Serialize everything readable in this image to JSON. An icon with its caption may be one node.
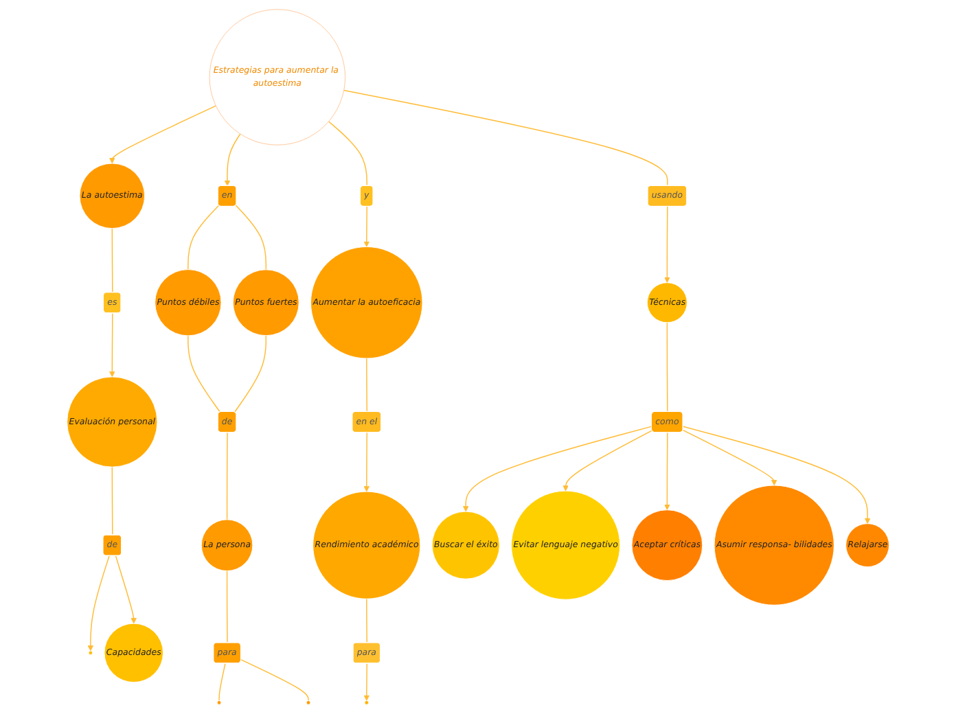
{
  "diagram": {
    "nodes": [
      {
        "text": [
          "Estrategias para aumentar la autoestima"
        ]
      },
      {
        "text": [
          "La autoestima"
        ]
      },
      {
        "text": [
          "es"
        ]
      },
      {
        "text": [
          "Evaluación personal"
        ]
      },
      {
        "text": [
          "de"
        ]
      },
      {
        "text": [],
        "shape": "circle"
      },
      {
        "text": [
          "Capacidades"
        ]
      },
      {
        "text": [
          "en"
        ]
      },
      {
        "text": [
          "Puntos débiles"
        ]
      },
      {
        "text": [
          "Puntos fuertes"
        ]
      },
      {
        "text": [
          "de"
        ]
      },
      {
        "text": [
          "La persona"
        ]
      },
      {
        "text": [
          "para"
        ]
      },
      {
        "text": [],
        "shape": "circle"
      },
      {
        "text": [],
        "shape": "circle"
      },
      {
        "text": [
          "y"
        ]
      },
      {
        "text": [
          "Aumentar la autoeficacia"
        ]
      },
      {
        "text": [
          "en el"
        ]
      },
      {
        "text": [
          "Rendimiento académico"
        ]
      },
      {
        "text": [
          "para"
        ]
      },
      {
        "text": [],
        "shape": "circle"
      },
      {
        "text": [
          "usando"
        ]
      },
      {
        "text": [
          "Técnicas"
        ]
      },
      {
        "text": [
          "como"
        ]
      },
      {
        "text": [
          "Buscar el éxito"
        ]
      },
      {
        "text": [
          "Evitar lenguaje negativo"
        ]
      },
      {
        "text": [
          "Aceptar críticas"
        ]
      },
      {
        "text": [
          "Asumir responsa- bilidades"
        ]
      },
      {
        "text": [
          "Relajarse"
        ]
      }
    ],
    "edges": [
      {
        "from": 0,
        "to": 1,
        "arrow": "to"
      },
      {
        "from": 1,
        "to": 2,
        "arrow": "none"
      },
      {
        "from": 2,
        "to": 3,
        "arrow": "to"
      },
      {
        "from": 3,
        "to": 4,
        "arrow": "none"
      },
      {
        "from": 4,
        "to": 5,
        "arrow": "to"
      },
      {
        "from": 4,
        "to": 6,
        "arrow": "to"
      },
      {
        "from": 0,
        "to": 7,
        "arrow": "to"
      },
      {
        "from": 7,
        "to": 8,
        "arrow": "none"
      },
      {
        "from": 7,
        "to": 9,
        "arrow": "none"
      },
      {
        "from": 8,
        "to": 10,
        "arrow": "none"
      },
      {
        "from": 9,
        "to": 10,
        "arrow": "none"
      },
      {
        "from": 10,
        "to": 11,
        "arrow": "none"
      },
      {
        "from": 11,
        "to": 12,
        "arrow": "none"
      },
      {
        "from": 12,
        "to": 13,
        "arrow": "none"
      },
      {
        "from": 12,
        "to": 14,
        "arrow": "none"
      },
      {
        "from": 0,
        "to": 15,
        "arrow": "none"
      },
      {
        "from": 15,
        "to": 16,
        "arrow": "to"
      },
      {
        "from": 16,
        "to": 17,
        "arrow": "none"
      },
      {
        "from": 17,
        "to": 18,
        "arrow": "to"
      },
      {
        "from": 18,
        "to": 19,
        "arrow": "none"
      },
      {
        "from": 19,
        "to": 20,
        "arrow": "to"
      },
      {
        "from": 0,
        "to": 21,
        "arrow": "none"
      },
      {
        "from": 21,
        "to": 22,
        "arrow": "to"
      },
      {
        "from": 22,
        "to": 23,
        "arrow": "none"
      },
      {
        "from": 23,
        "to": 24,
        "arrow": "to"
      },
      {
        "from": 23,
        "to": 25,
        "arrow": "to"
      },
      {
        "from": 23,
        "to": 26,
        "arrow": "to"
      },
      {
        "from": 23,
        "to": 27,
        "arrow": "to"
      },
      {
        "from": 23,
        "to": 28,
        "arrow": "to"
      }
    ]
  }
}
